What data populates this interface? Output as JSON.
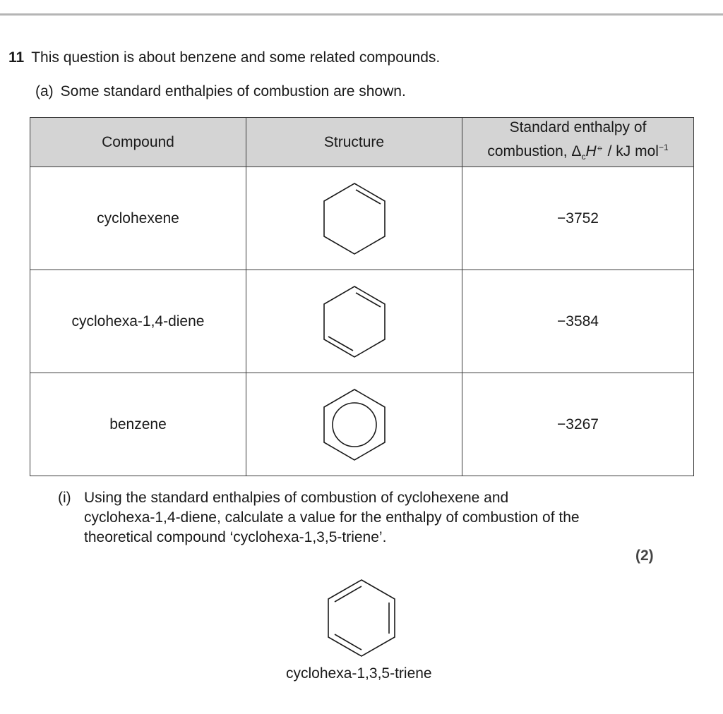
{
  "question": {
    "number": "11",
    "intro": "This question is about benzene and some related compounds."
  },
  "part_a": {
    "label": "(a)",
    "text": "Some standard enthalpies of combustion are shown."
  },
  "table": {
    "headers": {
      "compound": "Compound",
      "structure": "Structure",
      "enthalpy_line1": "Standard enthalpy of",
      "enthalpy_line2_prefix": "combustion, Δ",
      "enthalpy_sub": "c",
      "enthalpy_symbol": "H",
      "enthalpy_std": "⦵",
      "enthalpy_units": " / kJ mol",
      "enthalpy_units_sup": "−1"
    },
    "rows": [
      {
        "compound": "cyclohexene",
        "structure_icon": "cyclohexene-structure-icon",
        "enthalpy": "−3752"
      },
      {
        "compound": "cyclohexa-1,4-diene",
        "structure_icon": "cyclohexa-1-4-diene-structure-icon",
        "enthalpy": "−3584"
      },
      {
        "compound": "benzene",
        "structure_icon": "benzene-structure-icon",
        "enthalpy": "−3267"
      }
    ]
  },
  "part_i": {
    "label": "(i)",
    "line1": "Using the standard enthalpies of combustion of cyclohexene and",
    "line2": "cyclohexa-1,4-diene, calculate a value for the enthalpy of combustion of the",
    "line3": "theoretical compound ‘cyclohexa-1,3,5-triene’.",
    "marks": "(2)"
  },
  "triene": {
    "structure_icon": "cyclohexa-1-3-5-triene-structure-icon",
    "caption": "cyclohexa-1,3,5-triene"
  }
}
